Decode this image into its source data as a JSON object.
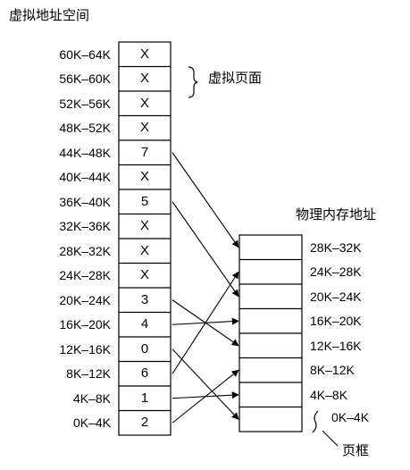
{
  "virtual_title": "虚拟地址空间",
  "physical_title": "物理内存地址",
  "annotations": {
    "virtual_page": "虚拟页面",
    "page_frame": "页框"
  },
  "virtual_pages": [
    {
      "range": "60K–64K",
      "value": "X"
    },
    {
      "range": "56K–60K",
      "value": "X"
    },
    {
      "range": "52K–56K",
      "value": "X"
    },
    {
      "range": "48K–52K",
      "value": "X"
    },
    {
      "range": "44K–48K",
      "value": "7"
    },
    {
      "range": "40K–44K",
      "value": "X"
    },
    {
      "range": "36K–40K",
      "value": "5"
    },
    {
      "range": "32K–36K",
      "value": "X"
    },
    {
      "range": "28K–32K",
      "value": "X"
    },
    {
      "range": "24K–28K",
      "value": "X"
    },
    {
      "range": "20K–24K",
      "value": "3"
    },
    {
      "range": "16K–20K",
      "value": "4"
    },
    {
      "range": "12K–16K",
      "value": "0"
    },
    {
      "range": "8K–12K",
      "value": "6"
    },
    {
      "range": "4K–8K",
      "value": "1"
    },
    {
      "range": "0K–4K",
      "value": "2"
    }
  ],
  "physical_frames": [
    {
      "range": "28K–32K"
    },
    {
      "range": "24K–28K"
    },
    {
      "range": "20K–24K"
    },
    {
      "range": "16K–20K"
    },
    {
      "range": "12K–16K"
    },
    {
      "range": "8K–12K"
    },
    {
      "range": "4K–8K"
    },
    {
      "range": "0K–4K"
    }
  ]
}
